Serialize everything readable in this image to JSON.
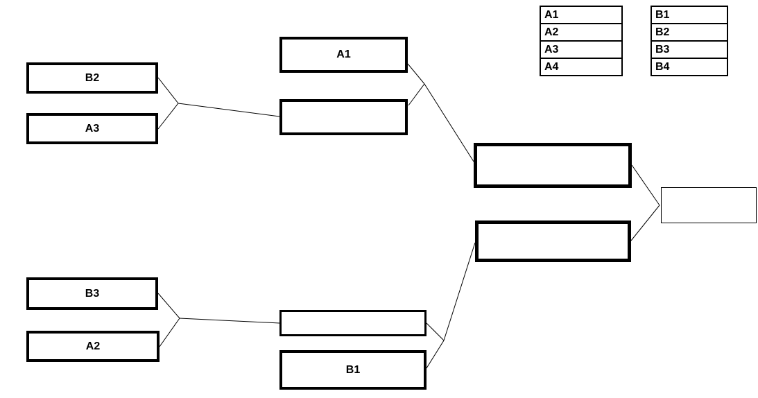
{
  "bracket": {
    "round1_top": {
      "slot1": "B2",
      "slot2": "A3"
    },
    "round2_top": {
      "slot1": "A1",
      "slot2": ""
    },
    "round1_bottom": {
      "slot1": "B3",
      "slot2": "A2"
    },
    "round2_bottom": {
      "slot1": "",
      "slot2": "B1"
    },
    "semifinal_top": "",
    "semifinal_bottom": "",
    "final": ""
  },
  "lists": {
    "list_a": {
      "items": [
        "A1",
        "A2",
        "A3",
        "A4"
      ]
    },
    "list_b": {
      "items": [
        "B1",
        "B2",
        "B3",
        "B4"
      ]
    }
  },
  "colors": {
    "line": "#000000",
    "box_border": "#000000",
    "background": "#ffffff"
  }
}
